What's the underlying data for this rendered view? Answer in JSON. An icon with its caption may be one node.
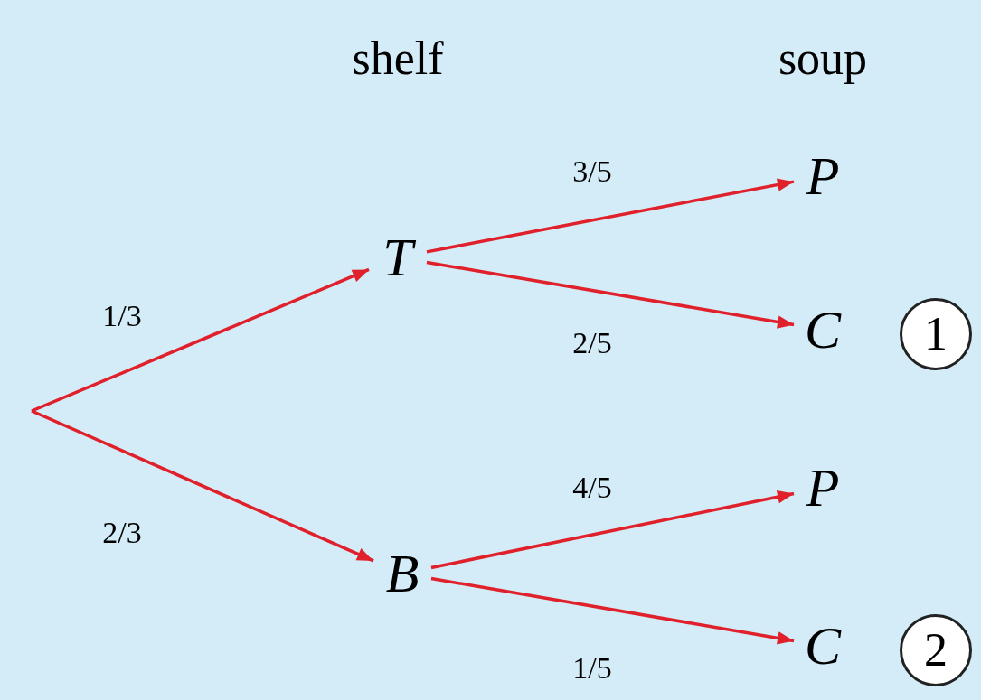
{
  "diagram": {
    "nodes": [
      {
        "text": [
          "T"
        ]
      },
      {
        "text": [
          "B"
        ]
      },
      {
        "text": [
          "P"
        ]
      },
      {
        "text": [
          "C"
        ]
      },
      {
        "text": [
          "P"
        ]
      },
      {
        "text": [
          "C"
        ]
      },
      {
        "text": [
          "1"
        ]
      },
      {
        "text": [
          "2"
        ]
      }
    ],
    "edges": [
      {
        "from": null,
        "to": 0,
        "arrow": "to",
        "label": "1/3",
        "color": "#e0202a"
      },
      {
        "from": null,
        "to": 1,
        "arrow": "to",
        "label": "2/3",
        "color": "#e0202a"
      },
      {
        "from": 0,
        "to": 2,
        "arrow": "to",
        "label": "3/5",
        "color": "#e0202a"
      },
      {
        "from": 0,
        "to": 3,
        "arrow": "to",
        "label": "2/5",
        "color": "#e0202a"
      },
      {
        "from": 1,
        "to": 4,
        "arrow": "to",
        "label": "4/5",
        "color": "#e0202a"
      },
      {
        "from": 1,
        "to": 5,
        "arrow": "to",
        "label": "1/5",
        "color": "#e0202a"
      }
    ],
    "labels": [
      "shelf",
      "soup"
    ]
  }
}
